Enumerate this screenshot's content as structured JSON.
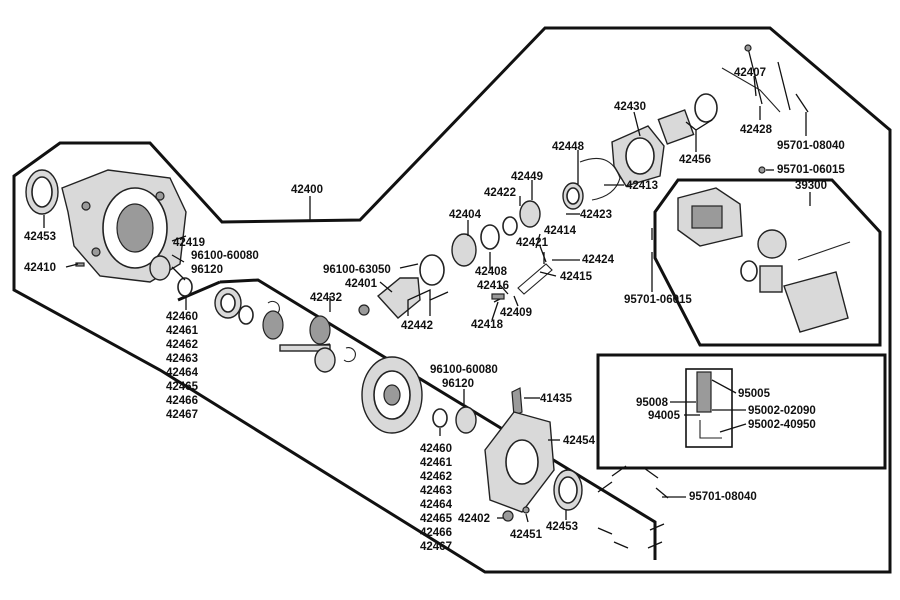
{
  "labels": {
    "l_42400": "42400",
    "l_42453a": "42453",
    "l_42419": "42419",
    "l_96100_60080a": "96100-60080",
    "l_96120a": "96120",
    "l_42410": "42410",
    "l_42460a": "42460",
    "l_42461a": "42461",
    "l_42462a": "42462",
    "l_42463a": "42463",
    "l_42464a": "42464",
    "l_42465a": "42465",
    "l_42466a": "42466",
    "l_42467a": "42467",
    "l_42432": "42432",
    "l_96100_63050": "96100-63050",
    "l_42401": "42401",
    "l_42442": "42442",
    "l_42404": "42404",
    "l_42422": "42422",
    "l_42449": "42449",
    "l_42448": "42448",
    "l_42423": "42423",
    "l_42413": "42413",
    "l_42414": "42414",
    "l_42421": "42421",
    "l_42424": "42424",
    "l_42408": "42408",
    "l_42415": "42415",
    "l_42416": "42416",
    "l_42409": "42409",
    "l_42418": "42418",
    "l_42430": "42430",
    "l_42456": "42456",
    "l_42407": "42407",
    "l_42428": "42428",
    "l_95701_08040a": "95701-08040",
    "l_95701_06015a": "95701-06015",
    "l_39300": "39300",
    "l_95701_06015b": "95701-06015",
    "l_95005": "95005",
    "l_95008": "95008",
    "l_94005": "94005",
    "l_95002_02090": "95002-02090",
    "l_95002_40950": "95002-40950",
    "l_96100_60080b": "96100-60080",
    "l_96120b": "96120",
    "l_41435": "41435",
    "l_42454": "42454",
    "l_42460b": "42460",
    "l_42461b": "42461",
    "l_42462b": "42462",
    "l_42463b": "42463",
    "l_42464b": "42464",
    "l_42465b": "42465",
    "l_42466b": "42466",
    "l_42467b": "42467",
    "l_42402": "42402",
    "l_42451": "42451",
    "l_42453b": "42453",
    "l_95701_08040b": "95701-08040"
  }
}
